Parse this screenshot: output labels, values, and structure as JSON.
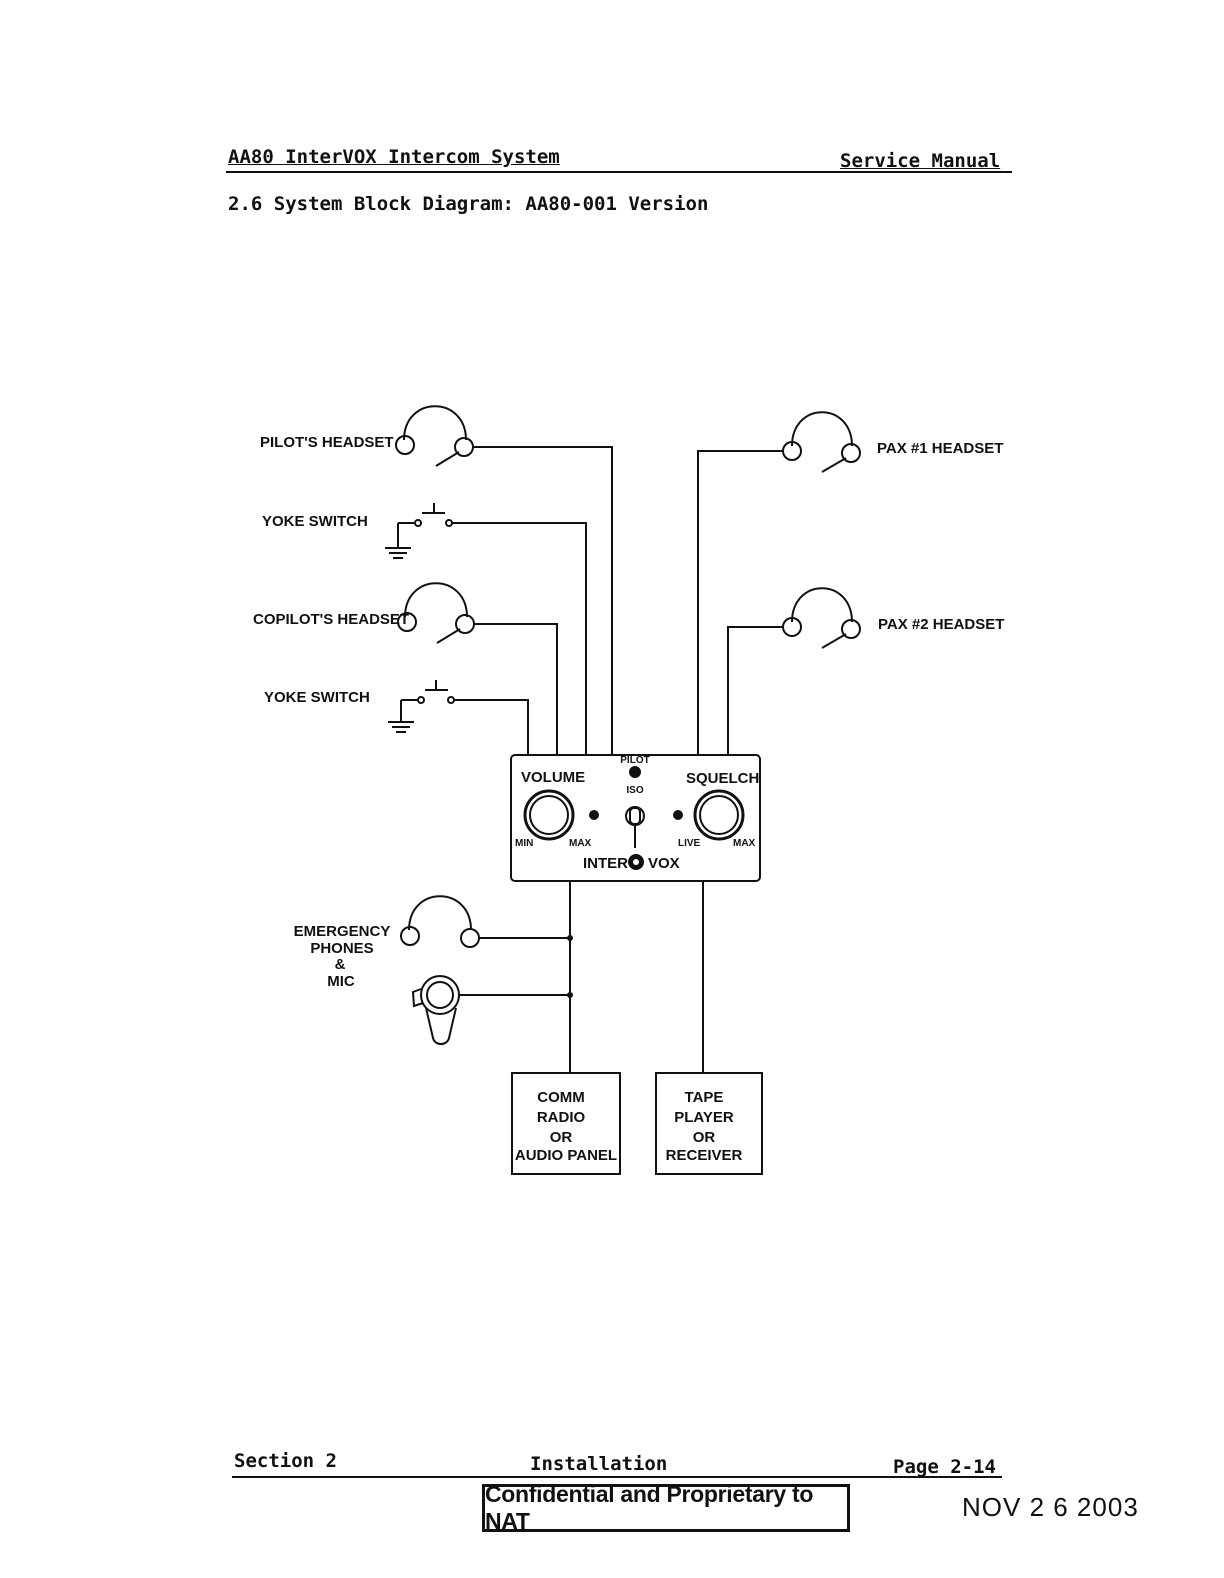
{
  "header": {
    "left": "AA80 InterVOX Intercom System",
    "right": "Service Manual"
  },
  "section_title": "2.6 System Block Diagram: AA80-001 Version",
  "diagram": {
    "labels": {
      "pilot_headset": "PILOT'S HEADSET",
      "yoke_switch_1": "YOKE SWITCH",
      "copilot_headset": "COPILOT'S HEADSET",
      "yoke_switch_2": "YOKE SWITCH",
      "pax1_headset": "PAX #1 HEADSET",
      "pax2_headset": "PAX #2 HEADSET",
      "emergency_line1": "EMERGENCY",
      "emergency_line2": "PHONES",
      "emergency_line3": "&",
      "emergency_line4": "MIC"
    },
    "panel": {
      "volume": "VOLUME",
      "squelch": "SQUELCH",
      "pilot": "PILOT",
      "iso": "ISO",
      "min": "MIN",
      "max_left": "MAX",
      "live": "LIVE",
      "max_right": "MAX",
      "inter": "INTER",
      "vox": "VOX"
    },
    "boxes": {
      "comm": [
        "COMM",
        "RADIO",
        "OR",
        "AUDIO PANEL"
      ],
      "tape": [
        "TAPE",
        "PLAYER",
        "OR",
        "RECEIVER"
      ]
    }
  },
  "footer": {
    "left": "Section 2",
    "middle": "Installation",
    "right": "Page 2-14"
  },
  "confidential": "Confidential and Proprietary to NAT",
  "date_stamp": "NOV 2 6 2003"
}
